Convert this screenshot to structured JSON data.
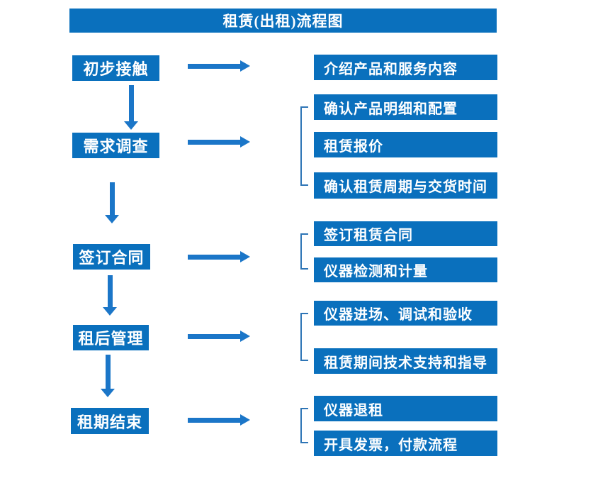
{
  "title": "租赁(出租)流程图",
  "colors": {
    "box_blue": "#0a70bd",
    "arrow_blue": "#1b76c8",
    "bracket_blue": "#2e75b6",
    "text_white": "#ffffff"
  },
  "flow": {
    "steps": [
      {
        "label": "初步接触",
        "details": [
          "介绍产品和服务内容"
        ]
      },
      {
        "label": "需求调查",
        "details": [
          "确认产品明细和配置",
          "租赁报价",
          "确认租赁周期与交货时间"
        ]
      },
      {
        "label": "签订合同",
        "details": [
          "签订租赁合同",
          "仪器检测和计量"
        ]
      },
      {
        "label": "租后管理",
        "details": [
          "仪器进场、调试和验收",
          "租赁期间技术支持和指导"
        ]
      },
      {
        "label": "租期结束",
        "details": [
          "仪器退租",
          "开具发票，付款流程"
        ]
      }
    ]
  }
}
